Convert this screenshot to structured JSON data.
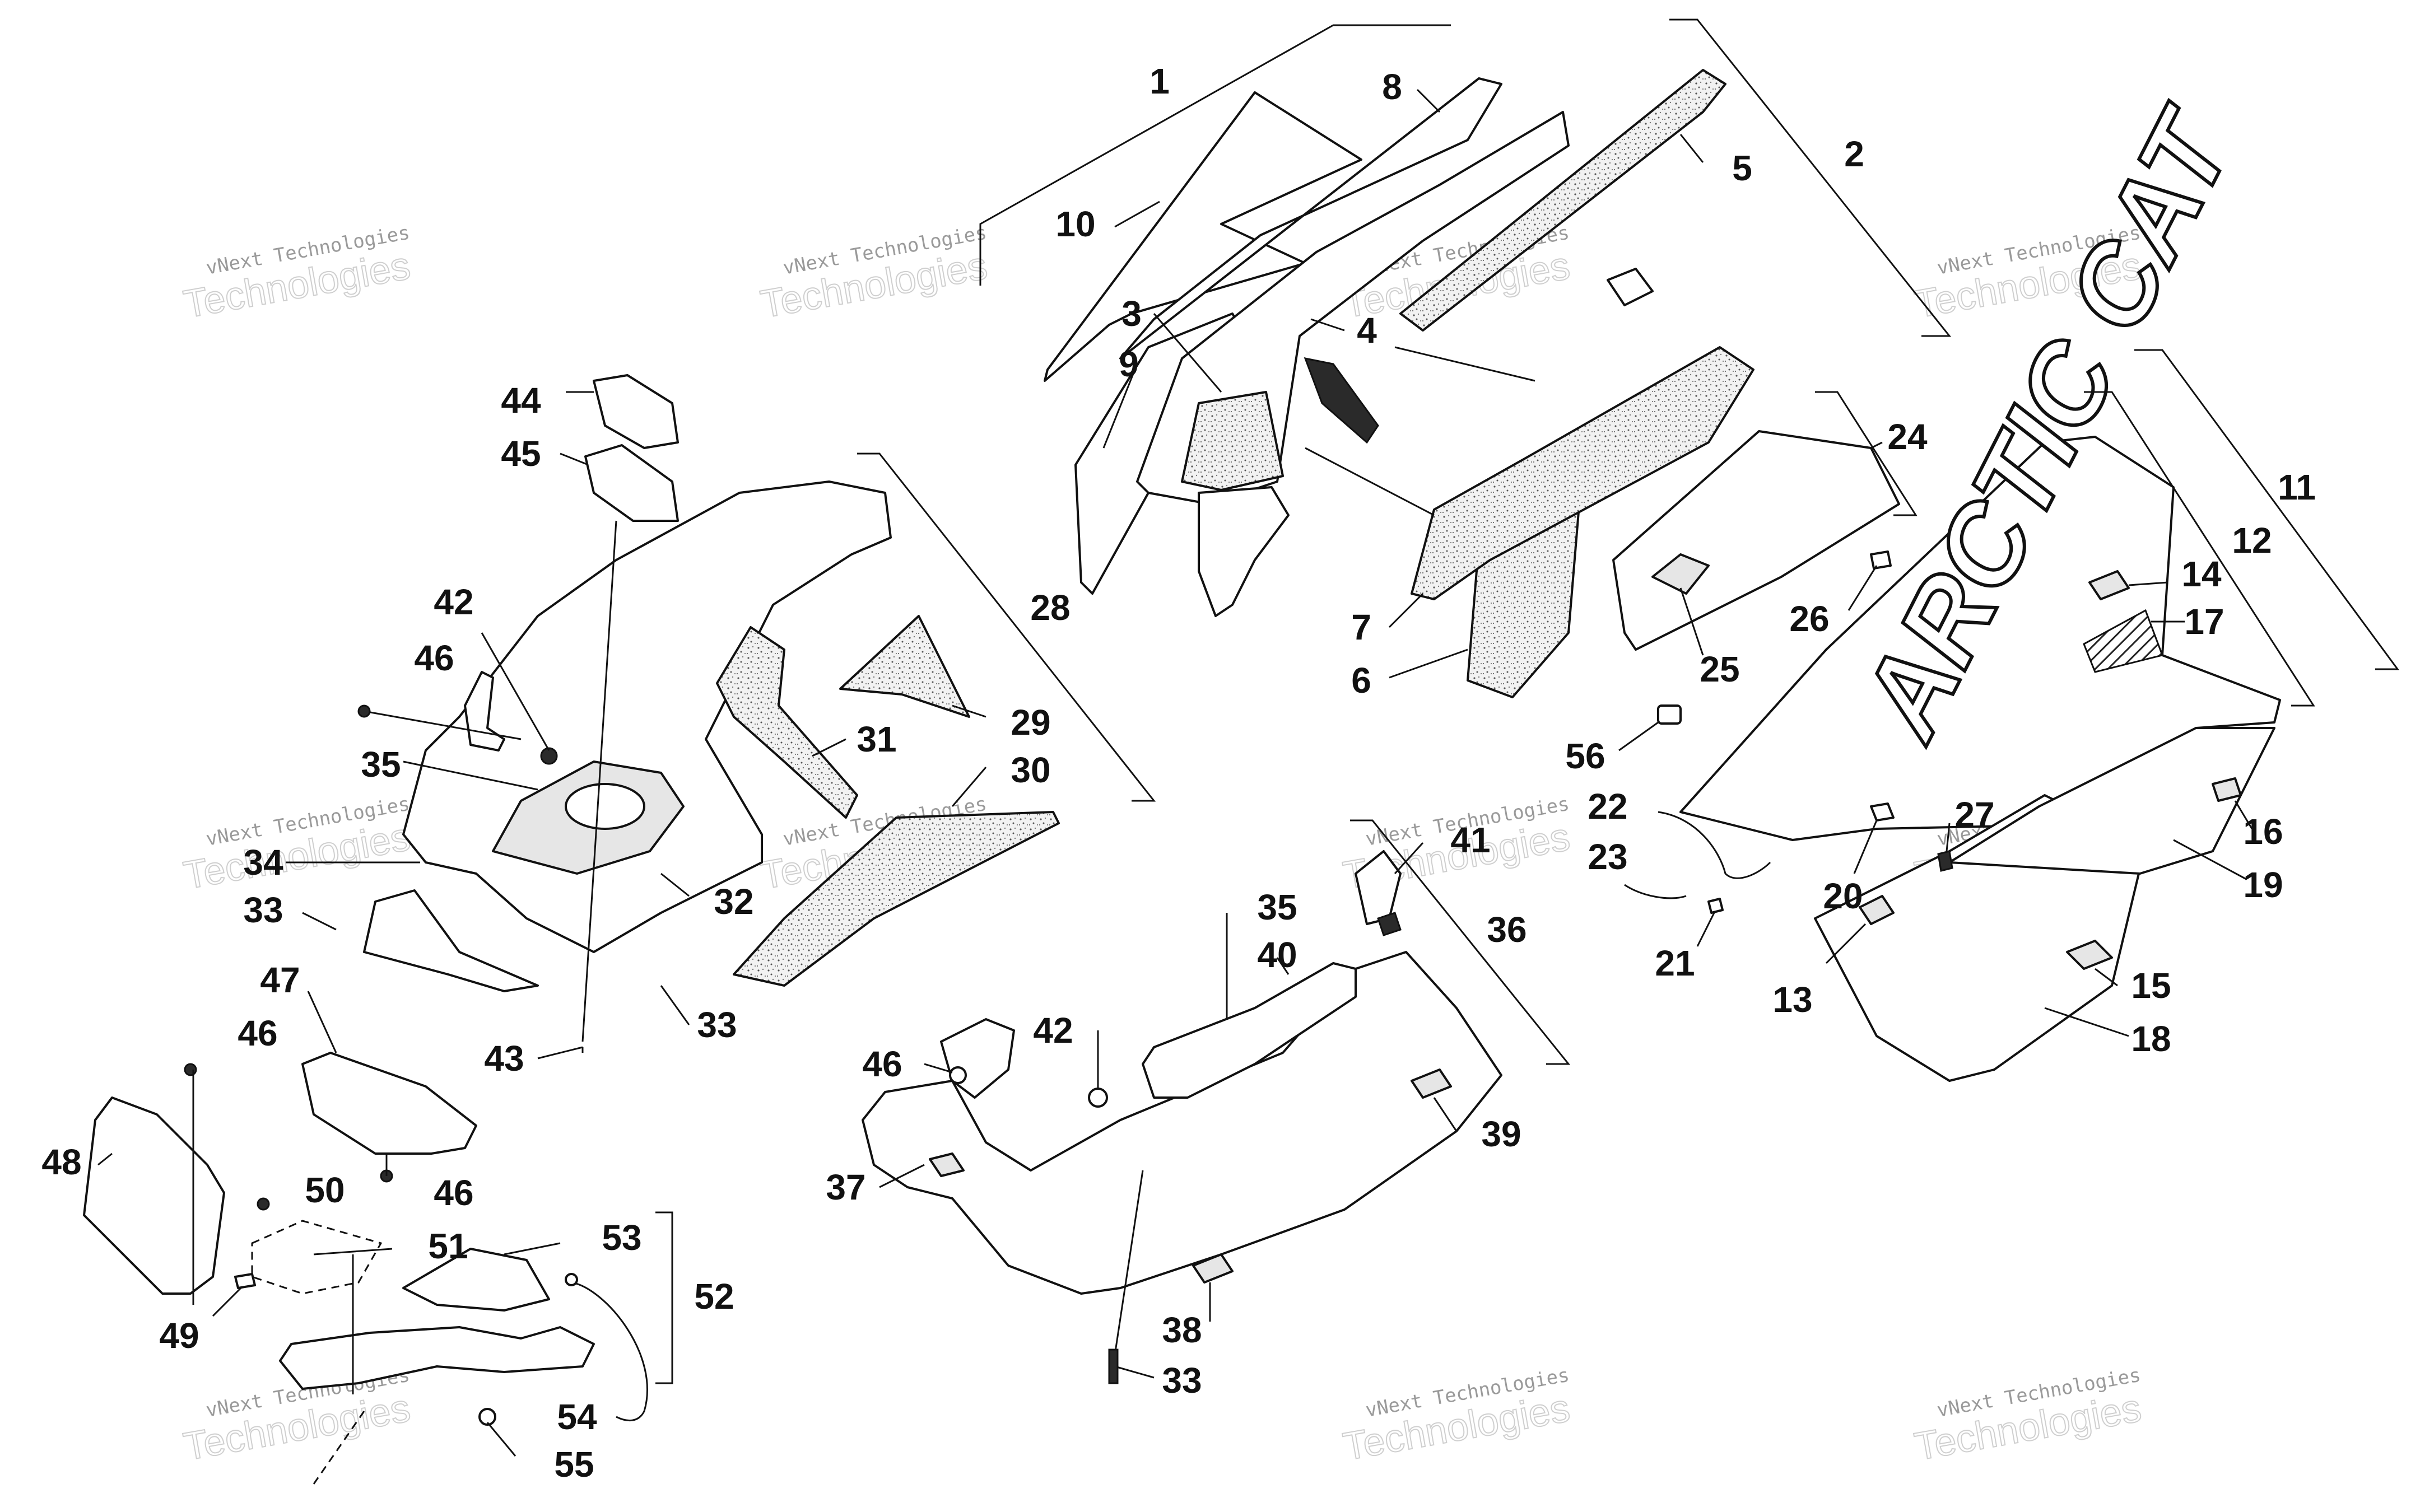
{
  "diagram": {
    "brand_text": "ARCTIC CAT",
    "watermark": {
      "line1": "vNext Technologies",
      "line2": "Technologies"
    },
    "callouts": {
      "c1": "1",
      "c2": "2",
      "c3": "3",
      "c4": "4",
      "c5": "5",
      "c6": "6",
      "c7": "7",
      "c8": "8",
      "c9": "9",
      "c10": "10",
      "c11": "11",
      "c12": "12",
      "c13": "13",
      "c14": "14",
      "c15": "15",
      "c16": "16",
      "c17": "17",
      "c18": "18",
      "c19": "19",
      "c20": "20",
      "c21": "21",
      "c22": "22",
      "c23": "23",
      "c24": "24",
      "c25": "25",
      "c26": "26",
      "c27": "27",
      "c28": "28",
      "c29": "29",
      "c30": "30",
      "c31": "31",
      "c32": "32",
      "c33": "33",
      "c34": "34",
      "c35": "35",
      "c36": "36",
      "c37": "37",
      "c38": "38",
      "c39": "39",
      "c40": "40",
      "c41": "41",
      "c42": "42",
      "c43": "43",
      "c44": "44",
      "c45": "45",
      "c46": "46",
      "c47": "47",
      "c48": "48",
      "c49": "49",
      "c50": "50",
      "c51": "51",
      "c52": "52",
      "c53": "53",
      "c54": "54",
      "c55": "55",
      "c56": "56"
    }
  }
}
